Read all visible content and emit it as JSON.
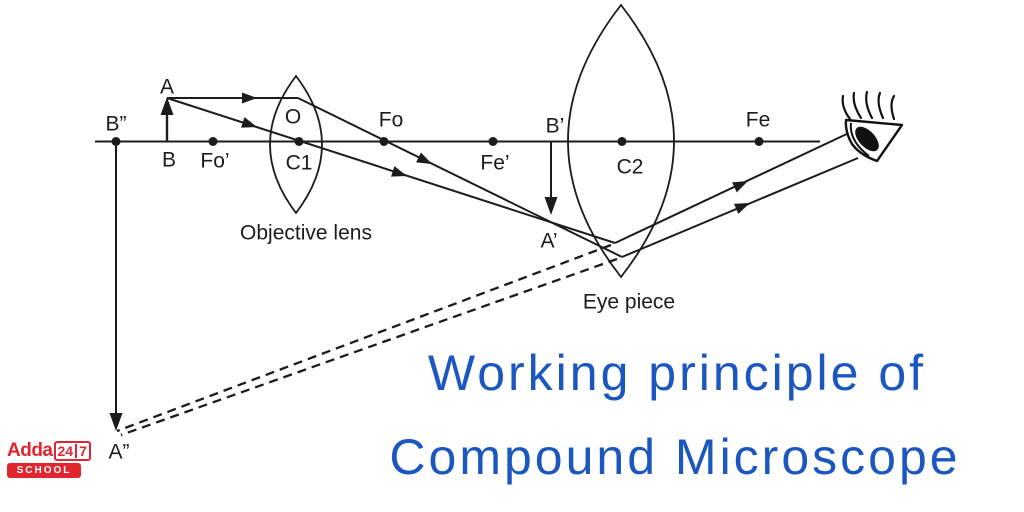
{
  "title": {
    "line1": "Working principle of",
    "line2": "Compound Microscope",
    "color": "#1c57c0"
  },
  "diagram": {
    "line_color": "#1c1c1c",
    "eye_icon": "observer-eye",
    "labels": {
      "A": "A",
      "B_double_prime": "B”",
      "B": "B",
      "Fo_prime": "Fo’",
      "O": "O",
      "C1": "C1",
      "Fo": "Fo",
      "Fe_prime": "Fe’",
      "B_prime": "B’",
      "C2": "C2",
      "Fe": "Fe",
      "A_prime": "A’",
      "A_double_prime": "A”",
      "objective_lens": "Objective lens",
      "eye_piece": "Eye piece"
    }
  },
  "logo": {
    "brand": "Adda",
    "number_left": "24",
    "number_right": "7",
    "school": "SCHOOL",
    "color": "#e2262f"
  }
}
